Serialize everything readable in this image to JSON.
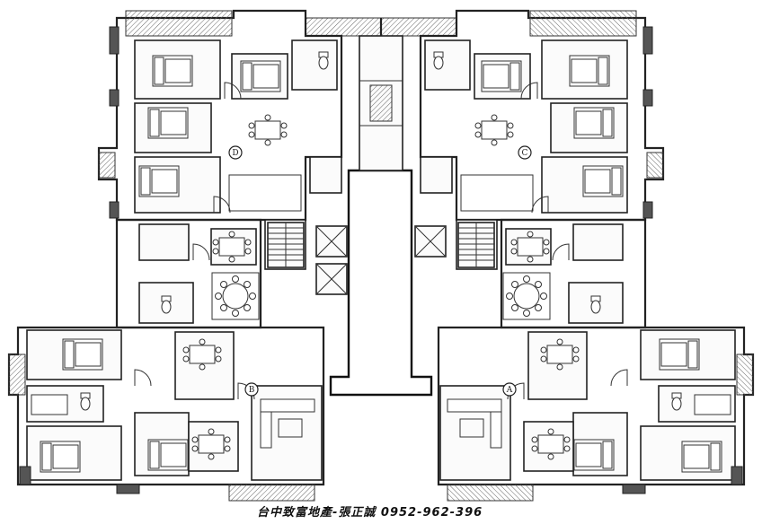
{
  "units": [
    {
      "id": "unit-a",
      "label": "A"
    },
    {
      "id": "unit-b",
      "label": "B"
    },
    {
      "id": "unit-c",
      "label": "C"
    },
    {
      "id": "unit-d",
      "label": "D"
    }
  ],
  "footer": {
    "credit": "台中致富地產-張正誠 0952-962-396"
  },
  "colors": {
    "line": "#222222",
    "background": "#ffffff"
  }
}
